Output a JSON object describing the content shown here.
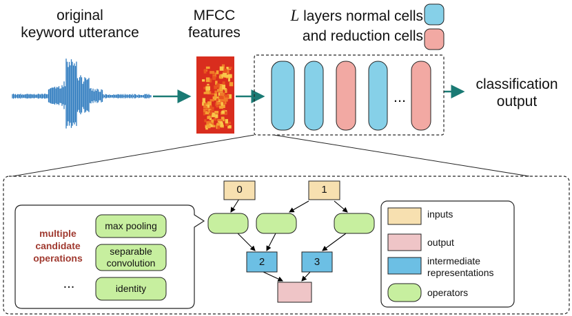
{
  "pipeline": {
    "input_label_line1": "original",
    "input_label_line2": "keyword utterance",
    "feature_label_line1": "MFCC",
    "feature_label_line2": "features",
    "legend_var": "L",
    "legend_line1": "layers normal cells",
    "legend_line2": "and reduction cells",
    "ellipsis": "...",
    "output_label_line1": "classification",
    "output_label_line2": "output",
    "colors": {
      "normal_cell": "#86d0e8",
      "reduction_cell": "#f2a9a3",
      "arrow": "#1a7a74",
      "waveform": "#2e7bbf",
      "mfcc": "#d92d1e"
    }
  },
  "cell": {
    "candidates_title_line1": "multiple",
    "candidates_title_line2": "candidate",
    "candidates_title_line3": "operations",
    "operations": [
      "max pooling",
      "separable convolution",
      "identity"
    ],
    "ops_ellipsis": "...",
    "nodes": {
      "input0": "0",
      "input1": "1",
      "inter2": "2",
      "inter3": "3"
    },
    "colors": {
      "inputs": "#f7e0b0",
      "output": "#efc5c7",
      "intermediate": "#6cbfe4",
      "operators": "#c7ef9f",
      "title": "#a03a30"
    }
  },
  "legend": {
    "inputs": "inputs",
    "output": "output",
    "intermediate_line1": "intermediate",
    "intermediate_line2": "representations",
    "operators": "operators"
  }
}
